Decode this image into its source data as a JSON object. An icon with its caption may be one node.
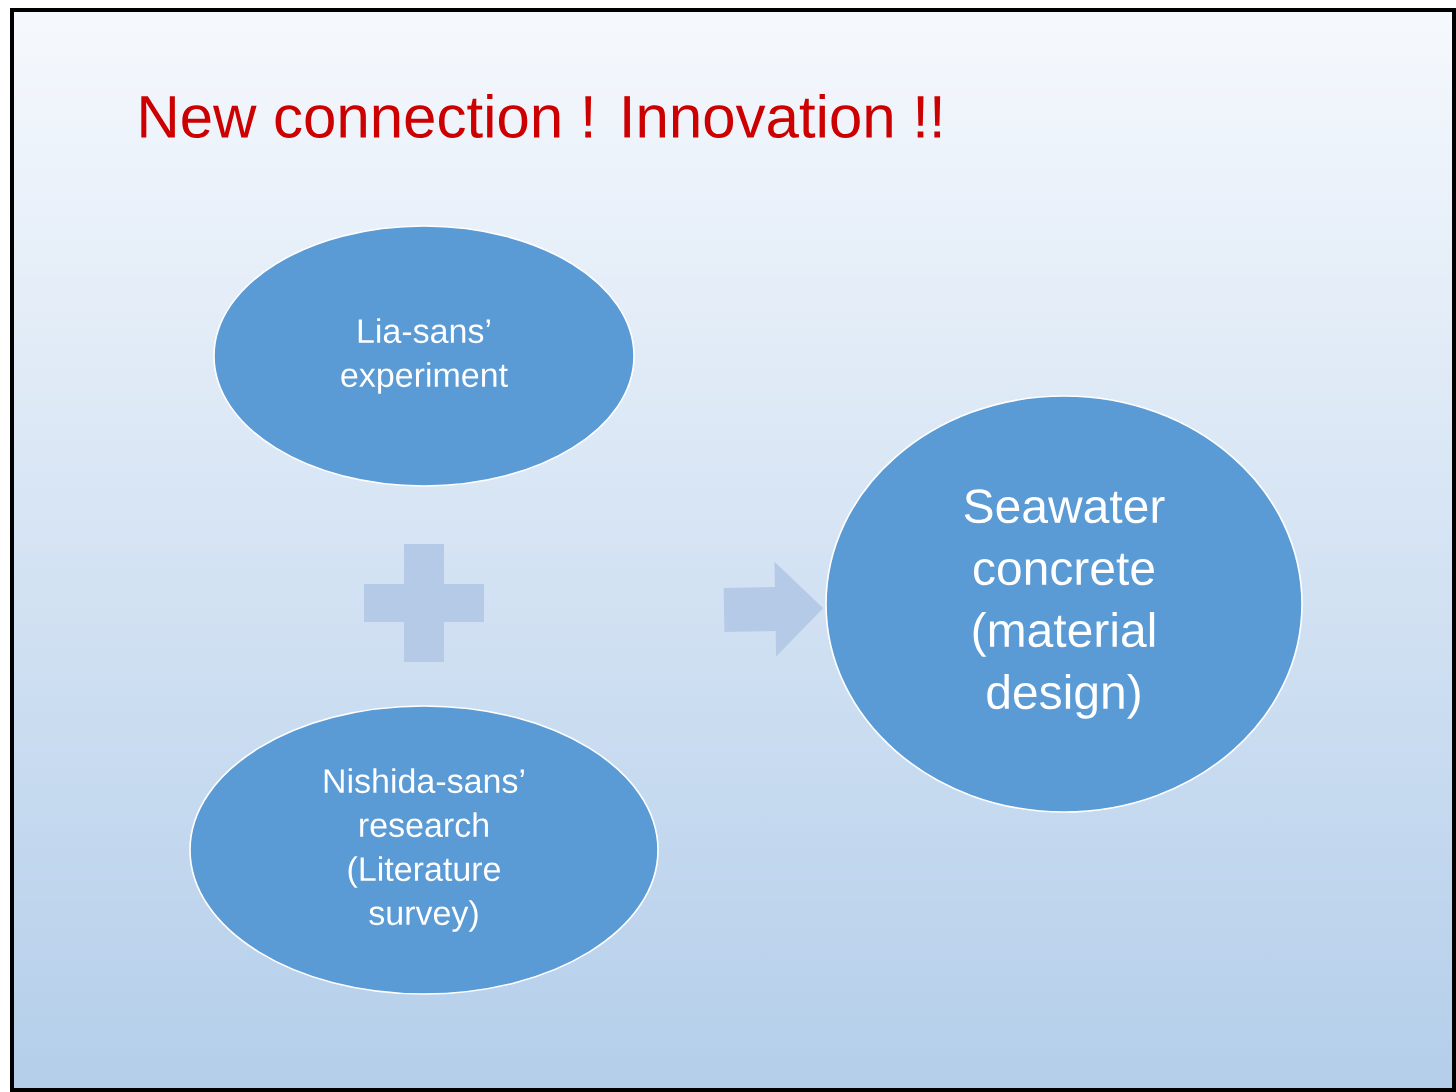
{
  "diagram": {
    "title": "New connection !   Innovation !!",
    "nodes": [
      {
        "text": [
          "Lia-sans’ experiment"
        ]
      },
      {
        "text": [
          "Nishida-sans’ research (Literature survey)"
        ]
      },
      {
        "text": [
          "Seawater concrete (material design)"
        ]
      }
    ],
    "edges": [
      {
        "from": null,
        "to": 2,
        "arrow": "to"
      }
    ]
  }
}
